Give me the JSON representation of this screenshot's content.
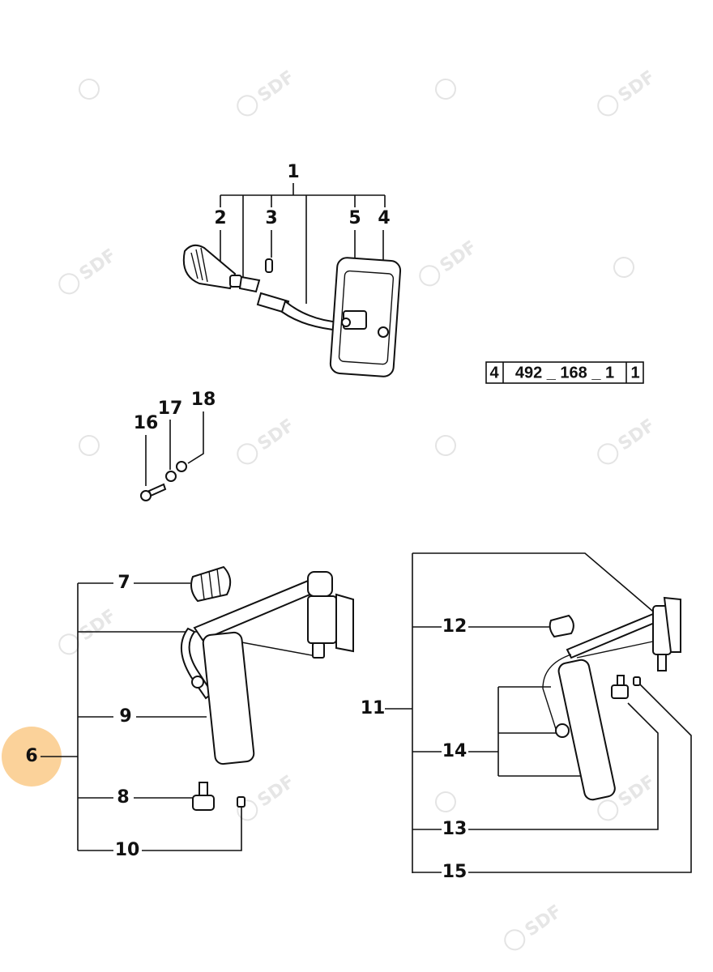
{
  "diagram": {
    "reference": {
      "prefix": "4",
      "code": "492 _ 168 _ 1",
      "suffix": "1"
    },
    "watermark_text": "SDF",
    "highlighted_callout": "6",
    "highlight_color": "#FBD29A",
    "callouts": {
      "c1": "1",
      "c2": "2",
      "c3": "3",
      "c4": "4",
      "c5": "5",
      "c6": "6",
      "c7": "7",
      "c8": "8",
      "c9": "9",
      "c10": "10",
      "c11": "11",
      "c12": "12",
      "c13": "13",
      "c14": "14",
      "c15": "15",
      "c16": "16",
      "c17": "17",
      "c18": "18"
    }
  }
}
